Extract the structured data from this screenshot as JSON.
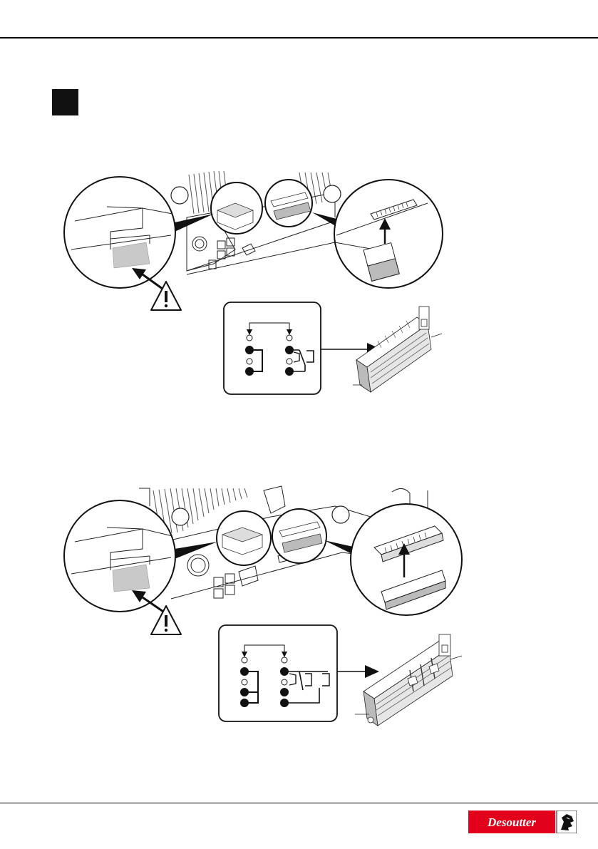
{
  "brand": {
    "name": "Desoutter",
    "color": "#e2001a"
  },
  "icons": [
    "warning-icon",
    "insert-arrow-icon",
    "pointer-arrow-icon"
  ],
  "figures": [
    {
      "id": "figure-1",
      "callouts": [
        "",
        ""
      ]
    },
    {
      "id": "figure-2",
      "callouts": [
        "",
        ""
      ]
    }
  ]
}
